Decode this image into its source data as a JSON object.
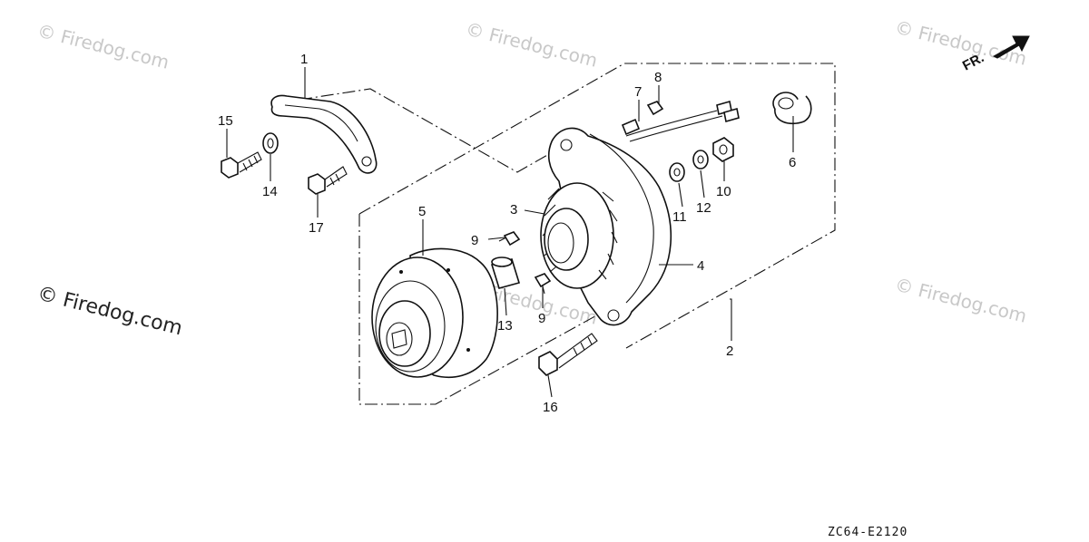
{
  "diagram": {
    "watermark_text": "© Firedog.com",
    "diagram_code": "ZC64-E2120",
    "direction_label": "FR.",
    "colors": {
      "ink": "#111111",
      "watermark": "#c8c8c8",
      "background": "#ffffff"
    },
    "callouts": [
      "1",
      "2",
      "3",
      "4",
      "5",
      "6",
      "7",
      "8",
      "9",
      "9",
      "10",
      "11",
      "12",
      "13",
      "14",
      "15",
      "16",
      "17"
    ]
  }
}
